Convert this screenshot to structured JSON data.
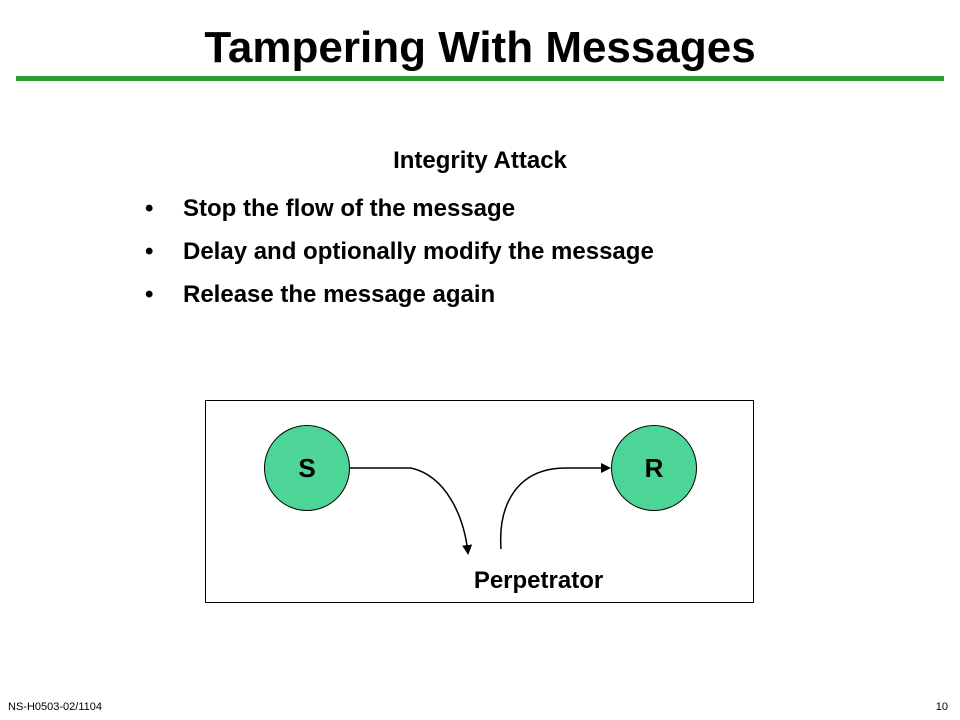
{
  "slide": {
    "title": "Tampering With Messages",
    "subtitle": "Integrity Attack",
    "bullets": [
      "Stop the flow of the message",
      "Delay and optionally modify the message",
      "Release the message again"
    ],
    "bullet_glyph": "•"
  },
  "diagram": {
    "sender_label": "S",
    "receiver_label": "R",
    "perpetrator_label": "Perpetrator",
    "node_color": "#4dd497"
  },
  "footer": {
    "doc_id": "NS-H0503-02/1104",
    "page_number": "10"
  },
  "colors": {
    "title_rule": "#2e9c2e"
  }
}
